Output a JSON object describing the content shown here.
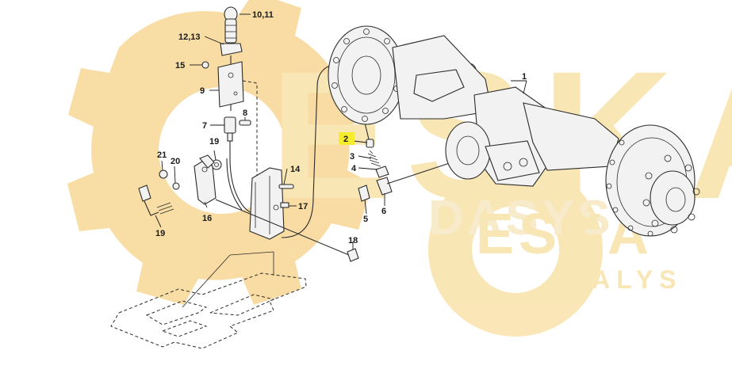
{
  "watermark": {
    "letters_top": "ESKA",
    "word_mid": "DASYS",
    "word_brand": "ESKA",
    "word_bottom": "DALYS",
    "color": "#f5d27a"
  },
  "callouts": {
    "c1": "1",
    "c2": "2",
    "c3": "3",
    "c4": "4",
    "c5": "5",
    "c6": "6",
    "c7": "7",
    "c8": "8",
    "c9": "9",
    "c10_11": "10,11",
    "c12_13": "12,13",
    "c14": "14",
    "c15": "15",
    "c16": "16",
    "c17": "17",
    "c18": "18",
    "c19a": "19",
    "c19b": "19",
    "c20": "20",
    "c21": "21"
  },
  "highlight": {
    "callout": "2",
    "color": "#f6ec2e"
  },
  "icons": {
    "watermark_logo": "gear-icon"
  }
}
